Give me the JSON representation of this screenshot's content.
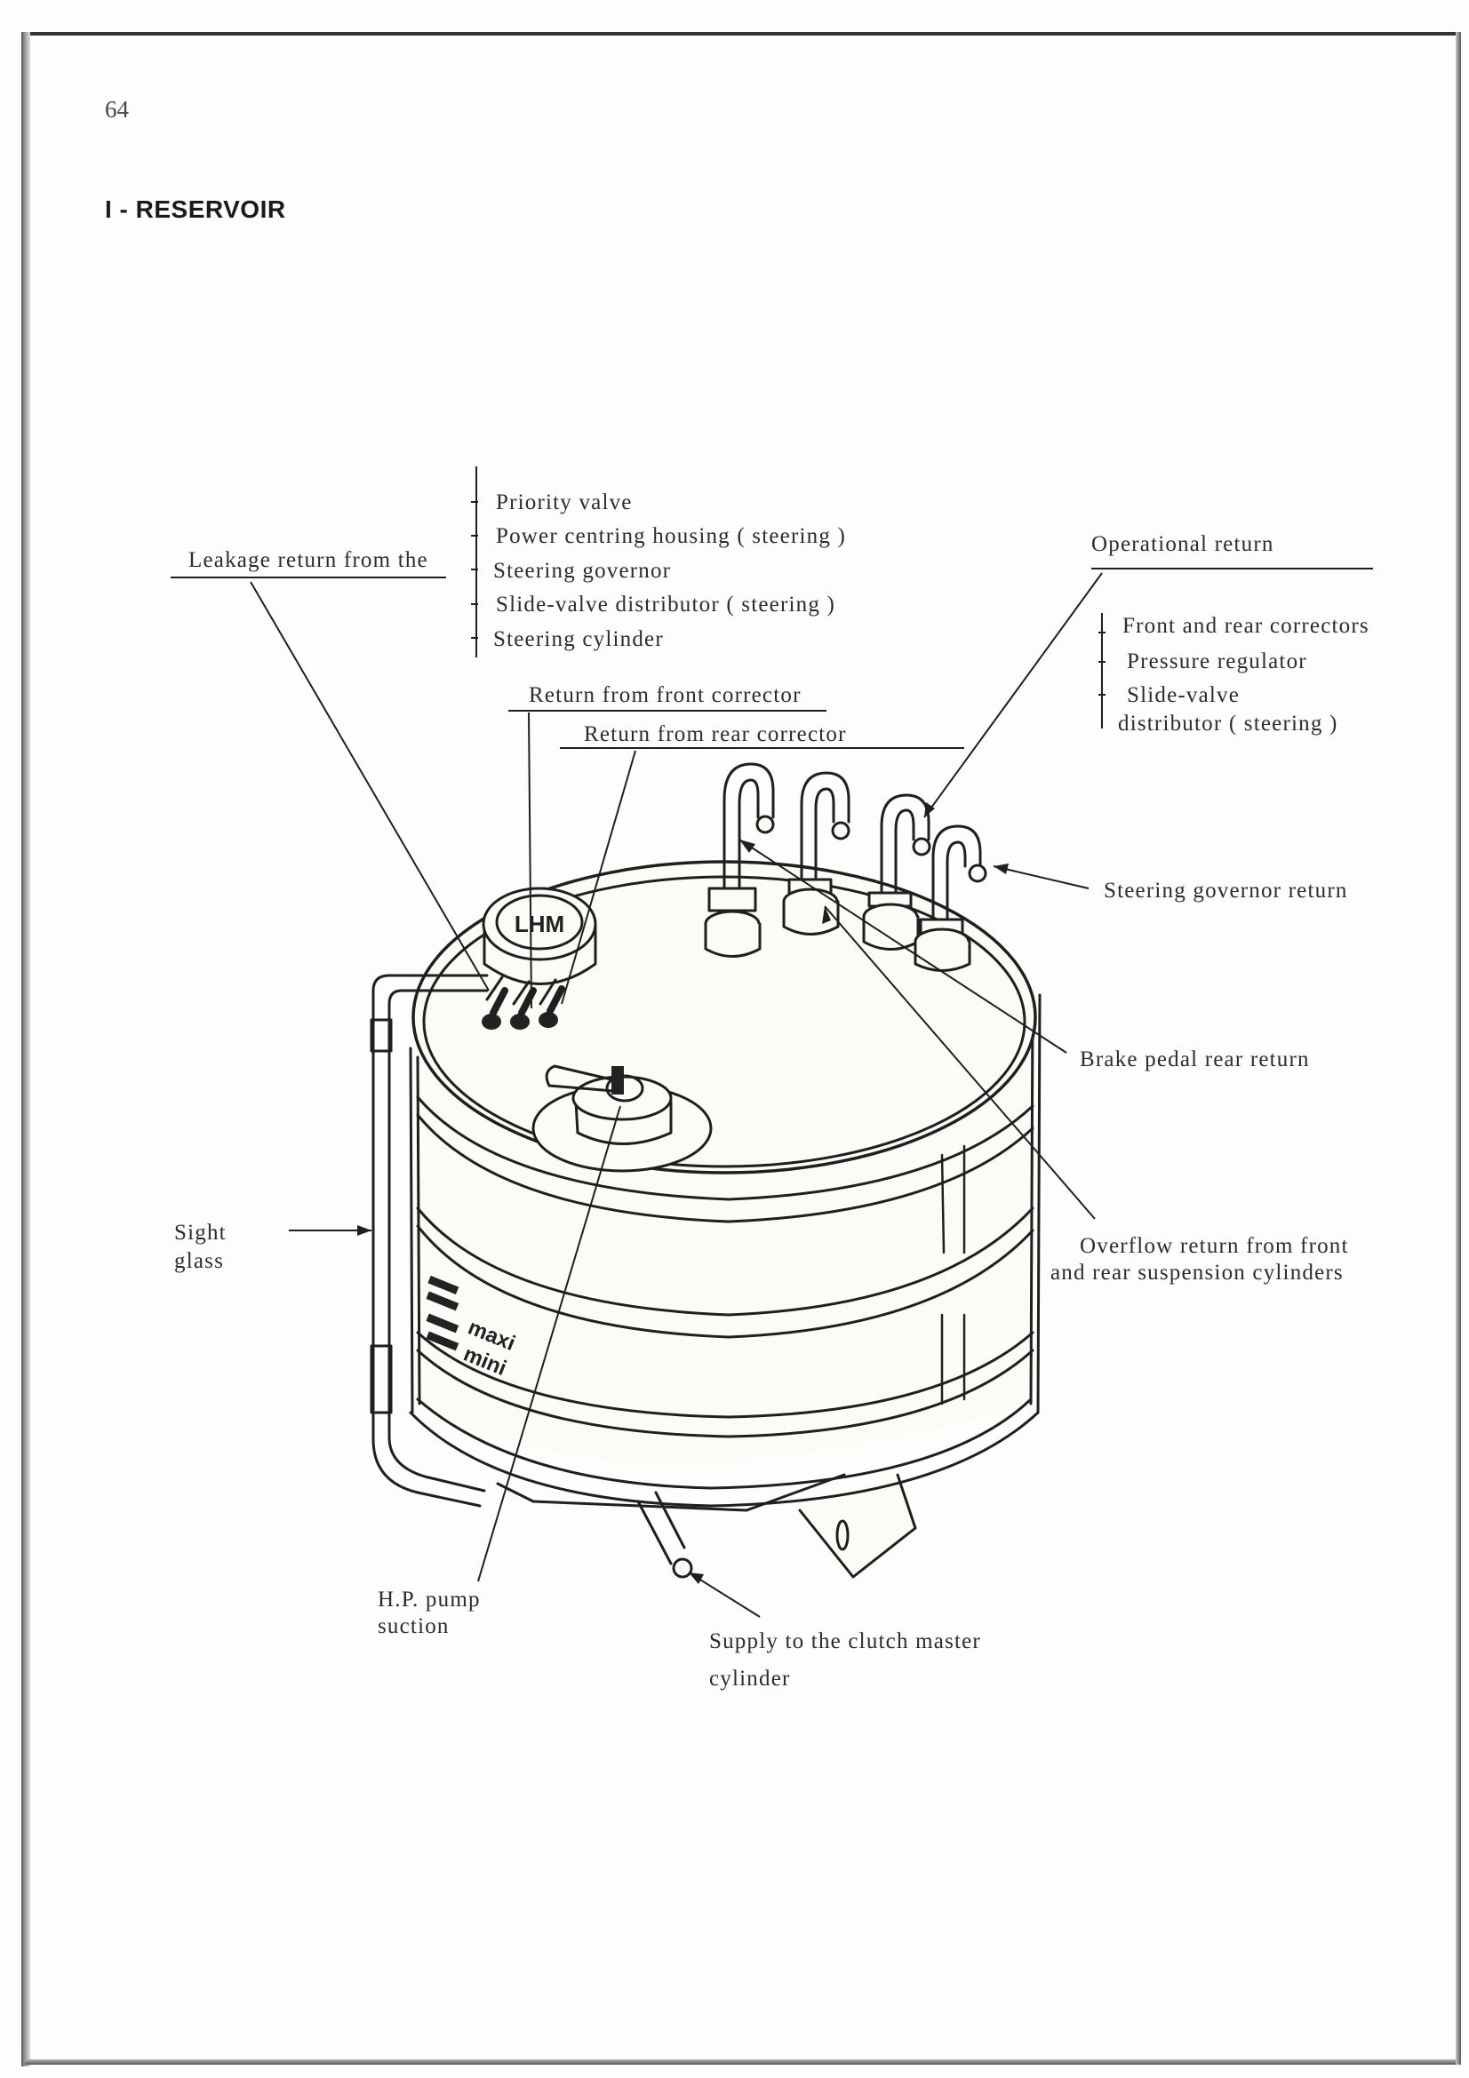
{
  "page": {
    "number": "64",
    "title": "I - RESERVOIR"
  },
  "labels": {
    "leakage_heading": "Leakage return from the",
    "leakage_items": [
      "Priority valve",
      "Power centring housing ( steering )",
      "Steering governor",
      "Slide-valve distributor ( steering )",
      "Steering cylinder"
    ],
    "return_front_corrector": "Return from front corrector",
    "return_rear_corrector": "Return from rear corrector",
    "operational_heading": "Operational return",
    "operational_items": [
      "Front and rear correctors",
      "Pressure regulator",
      "Slide-valve",
      "distributor ( steering )"
    ],
    "steering_governor_return": "Steering governor return",
    "brake_pedal_rear_return": "Brake pedal rear return",
    "overflow_line1": "Overflow return from front",
    "overflow_line2": "and rear suspension cylinders",
    "sight_line1": "Sight",
    "sight_line2": "glass",
    "hp_line1": "H.P. pump",
    "hp_line2": "suction",
    "clutch_line1": "Supply to the clutch master",
    "clutch_line2": "cylinder",
    "cap_marking": "LHM",
    "level_max": "maxi",
    "level_min": "mini"
  }
}
